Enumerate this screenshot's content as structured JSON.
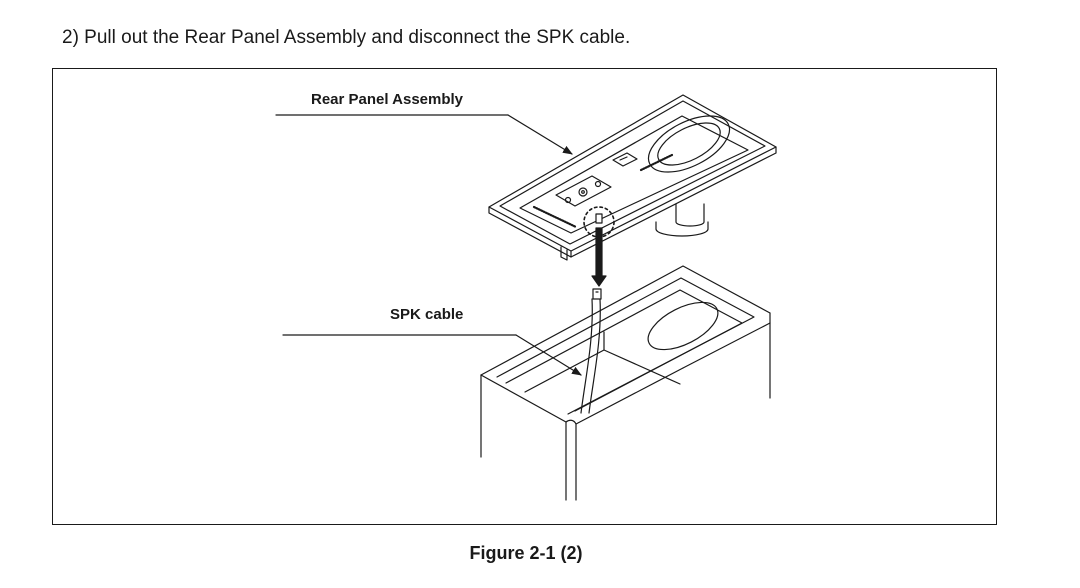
{
  "step": {
    "text": "2) Pull out the Rear Panel Assembly and disconnect the SPK cable."
  },
  "figure": {
    "labels": {
      "rear_panel": "Rear Panel Assembly",
      "spk_cable": "SPK cable"
    },
    "caption": "Figure 2-1 (2)"
  }
}
